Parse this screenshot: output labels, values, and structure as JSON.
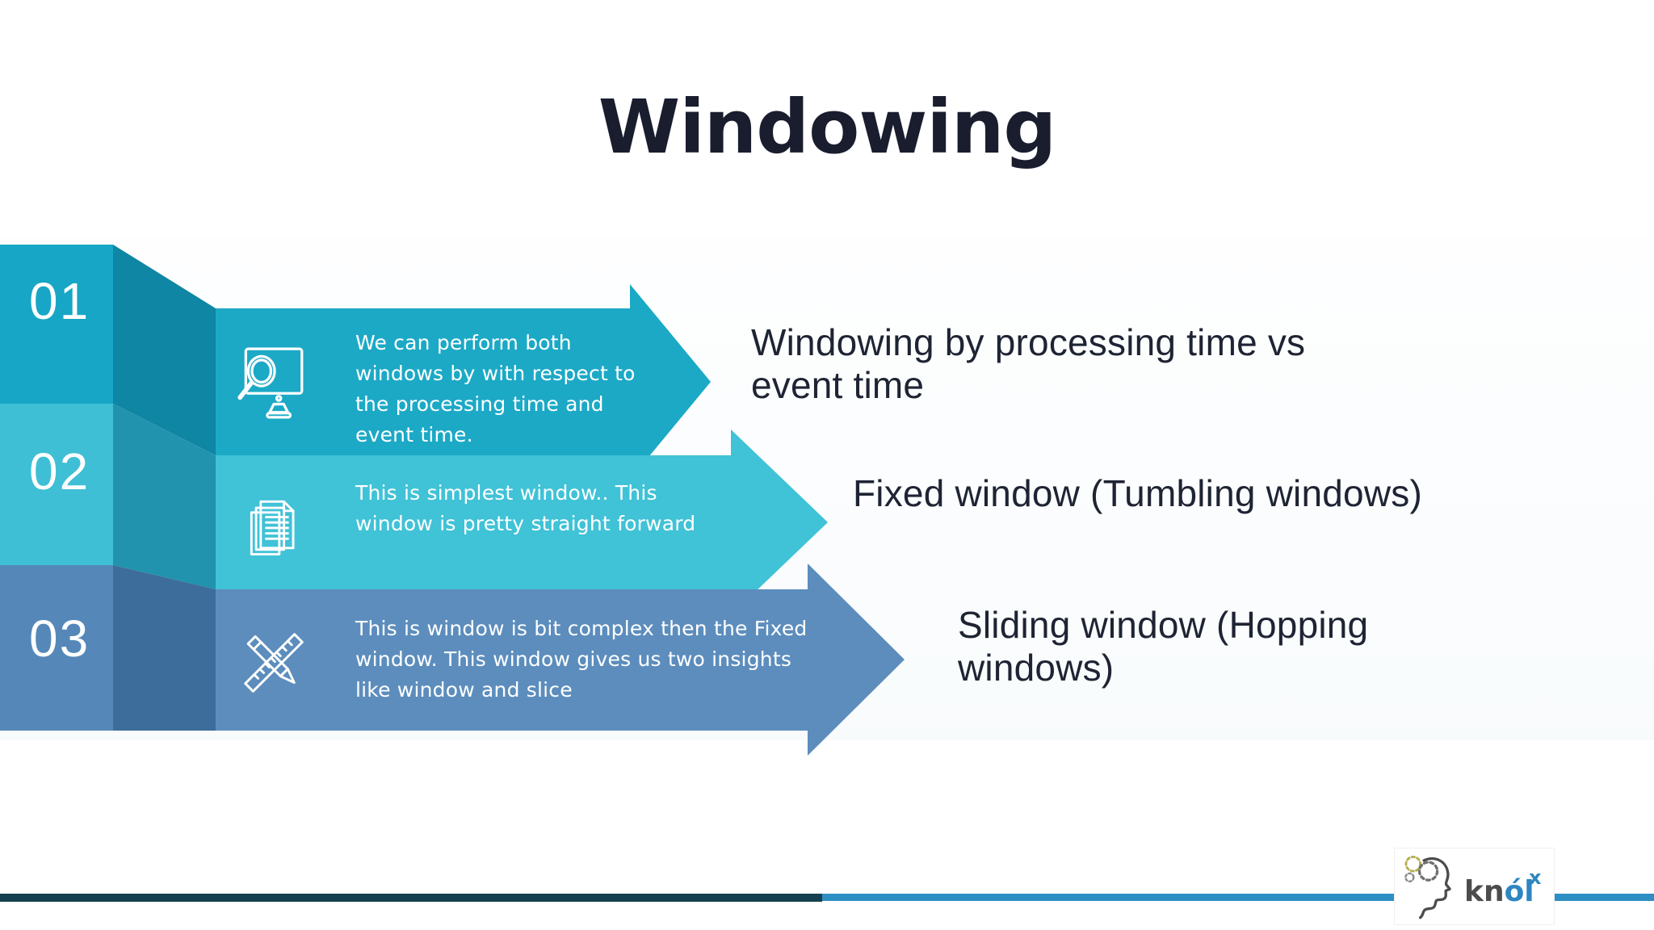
{
  "slide": {
    "title": "Windowing"
  },
  "steps": [
    {
      "number": "01",
      "icon": "monitor-search-icon",
      "description": [
        "We can perform both",
        "windows by with respect to",
        "the processing time and",
        "event time."
      ],
      "heading": [
        "Windowing by processing time vs",
        "event time"
      ]
    },
    {
      "number": "02",
      "icon": "stacked-documents-icon",
      "description": [
        "This is simplest window.. This",
        "window is pretty straight forward"
      ],
      "heading": [
        "Fixed window (Tumbling windows)"
      ]
    },
    {
      "number": "03",
      "icon": "ruler-pencil-icon",
      "description": [
        "This is window is bit complex then the Fixed",
        "window. This window gives us two insights",
        "like window and slice"
      ],
      "heading": [
        "Sliding window (Hopping",
        "windows)"
      ]
    }
  ],
  "footer": {
    "brand_dark": "kn",
    "brand_accent": "ól",
    "brand_sup": "x"
  },
  "colors": {
    "step1_front": "#17a6c5",
    "step1_side": "#0e86a4",
    "step1_arrow": "#1ca9c6",
    "step2_front": "#3fbfd5",
    "step2_side": "#2193ae",
    "step2_arrow": "#40c2d7",
    "step3_front": "#5588b8",
    "step3_side": "#3c6d9b",
    "step3_arrow": "#5c8dbd",
    "title_text": "#191d2e",
    "rule_dark": "#15404f",
    "rule_blue": "#2d8ec3",
    "brand_blue": "#2e86c1"
  }
}
